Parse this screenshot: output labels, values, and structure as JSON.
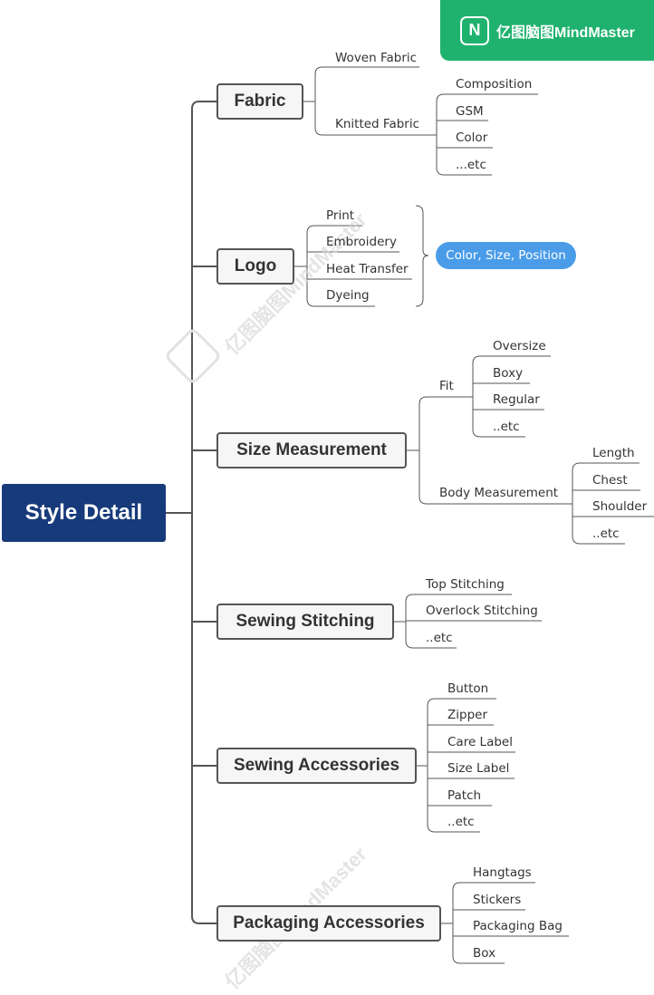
{
  "watermark": {
    "brand": "亿图脑图MindMaster",
    "logo_glyph": "N"
  },
  "root": {
    "label": "Style Detail"
  },
  "branches": {
    "fabric": {
      "label": "Fabric",
      "woven": "Woven Fabric",
      "knitted": "Knitted Fabric",
      "knitted_children": [
        "Composition",
        "GSM",
        "Color",
        "...etc"
      ]
    },
    "logo": {
      "label": "Logo",
      "children": [
        "Print",
        "Embroidery",
        "Heat Transfer",
        "Dyeing"
      ],
      "summary": "Color, Size, Position"
    },
    "size": {
      "label": "Size Measurement",
      "fit": "Fit",
      "fit_children": [
        "Oversize",
        "Boxy",
        "Regular",
        "..etc"
      ],
      "body": "Body Measurement",
      "body_children": [
        "Length",
        "Chest",
        "Shoulder",
        "..etc"
      ]
    },
    "stitching": {
      "label": "Sewing Stitching",
      "children": [
        "Top Stitching",
        "Overlock Stitching",
        "..etc"
      ]
    },
    "accessories": {
      "label": "Sewing Accessories",
      "children": [
        "Button",
        "Zipper",
        "Care Label",
        "Size Label",
        "Patch",
        "..etc"
      ]
    },
    "packaging": {
      "label": "Packaging Accessories",
      "children": [
        "Hangtags",
        "Stickers",
        "Packaging Bag",
        "Box"
      ]
    }
  },
  "colors": {
    "root": "#173a7a",
    "line": "#555555",
    "summary": "#4a9ce8",
    "brand": "#1fb26e"
  }
}
